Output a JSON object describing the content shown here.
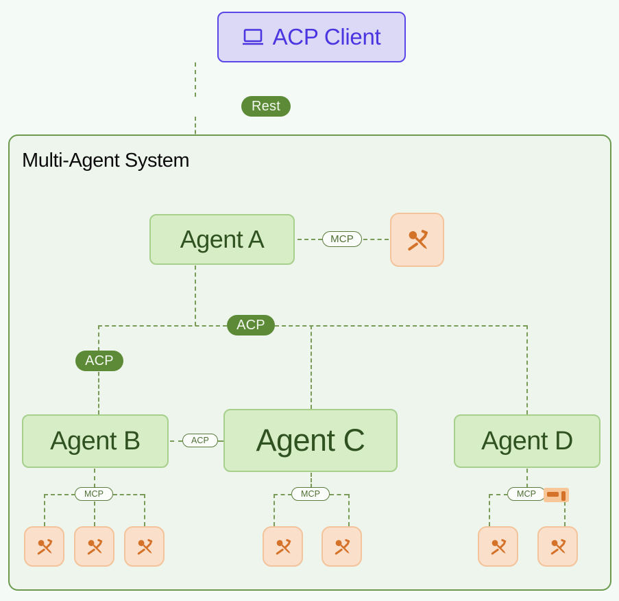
{
  "page": {
    "background_color": "#f4fbf7",
    "accent_green": "#5c8a37",
    "accent_purple": "#4a35e0",
    "accent_orange": "#d4722a"
  },
  "client": {
    "label": "ACP Client",
    "icon": "laptop-icon",
    "bg_color": "#dcd9f7",
    "border_color": "#5a46e8",
    "text_color": "#4a35e0"
  },
  "system": {
    "title": "Multi-Agent System",
    "bg_color": "#edf5ec",
    "border_color": "#6b9a4f"
  },
  "protocols": {
    "rest": "Rest",
    "acp": "ACP",
    "mcp": "MCP"
  },
  "agents": [
    {
      "id": "agent-a",
      "label": "Agent A",
      "tools": 1
    },
    {
      "id": "agent-b",
      "label": "Agent B",
      "tools": 3
    },
    {
      "id": "agent-c",
      "label": "Agent C",
      "tools": 2
    },
    {
      "id": "agent-d",
      "label": "Agent D",
      "tools": 2
    }
  ],
  "badges": {
    "client_to_a": "Rest",
    "a_to_bus": "ACP",
    "bus_to_b": "ACP",
    "b_to_c": "ACP",
    "a_tools": "MCP",
    "b_tools": "MCP",
    "c_tools": "MCP",
    "d_tools": "MCP"
  },
  "tool_icon": "tools-wrench-screwdriver-icon"
}
